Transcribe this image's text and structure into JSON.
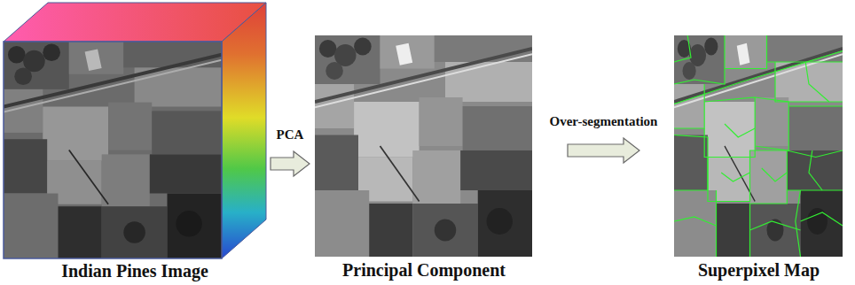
{
  "diagram": {
    "nodes": [
      {
        "text": [
          "Indian Pines Image"
        ]
      },
      {
        "text": [
          "Principal Component"
        ]
      },
      {
        "text": [
          "Superpixel Map"
        ]
      }
    ],
    "edges": [
      {
        "from": 0,
        "to": 1,
        "label": "PCA",
        "arrow": "to"
      },
      {
        "from": 1,
        "to": 2,
        "label": "Over-segmentation",
        "arrow": "to"
      }
    ]
  }
}
